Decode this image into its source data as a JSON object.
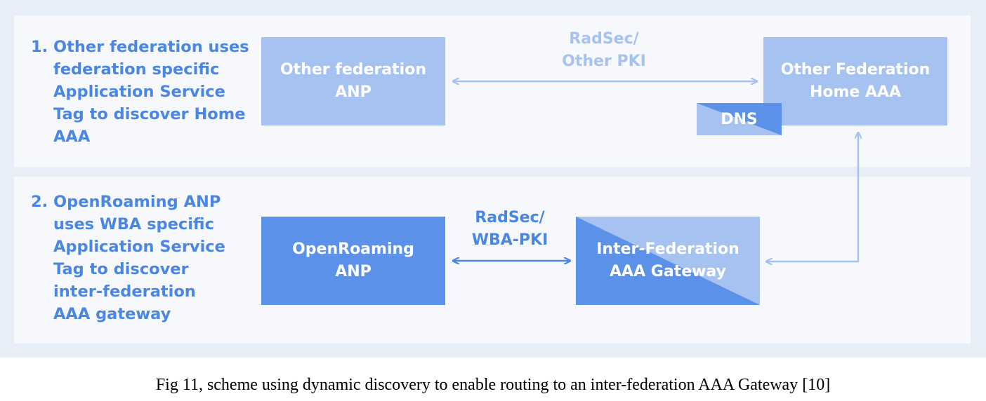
{
  "steps": [
    {
      "number": "1.",
      "text": "Other federation uses\nfederation specific\nApplication Service\nTag to discover Home\nAAA"
    },
    {
      "number": "2.",
      "text": "OpenRoaming ANP\nuses WBA specific\nApplication Service\nTag to discover\ninter-federation\nAAA gateway"
    }
  ],
  "nodes": {
    "other_federation_anp": "Other federation\nANP",
    "other_federation_home_aaa": "Other Federation\nHome AAA",
    "dns": "DNS",
    "openroaming_anp": "OpenRoaming\nANP",
    "inter_federation_gateway": "Inter-Federation\nAAA Gateway"
  },
  "connections": {
    "top": "RadSec/\nOther PKI",
    "bottom": "RadSec/\nWBA-PKI"
  },
  "colors": {
    "light_blue": "#a6c2f1",
    "dark_blue": "#5b91e8",
    "text_blue": "#4a86e4",
    "panel_bg": "#f6f8fc",
    "figure_bg": "#e8eef8"
  },
  "caption": "Fig 11, scheme using dynamic discovery to enable routing to an inter-federation AAA Gateway [10]"
}
